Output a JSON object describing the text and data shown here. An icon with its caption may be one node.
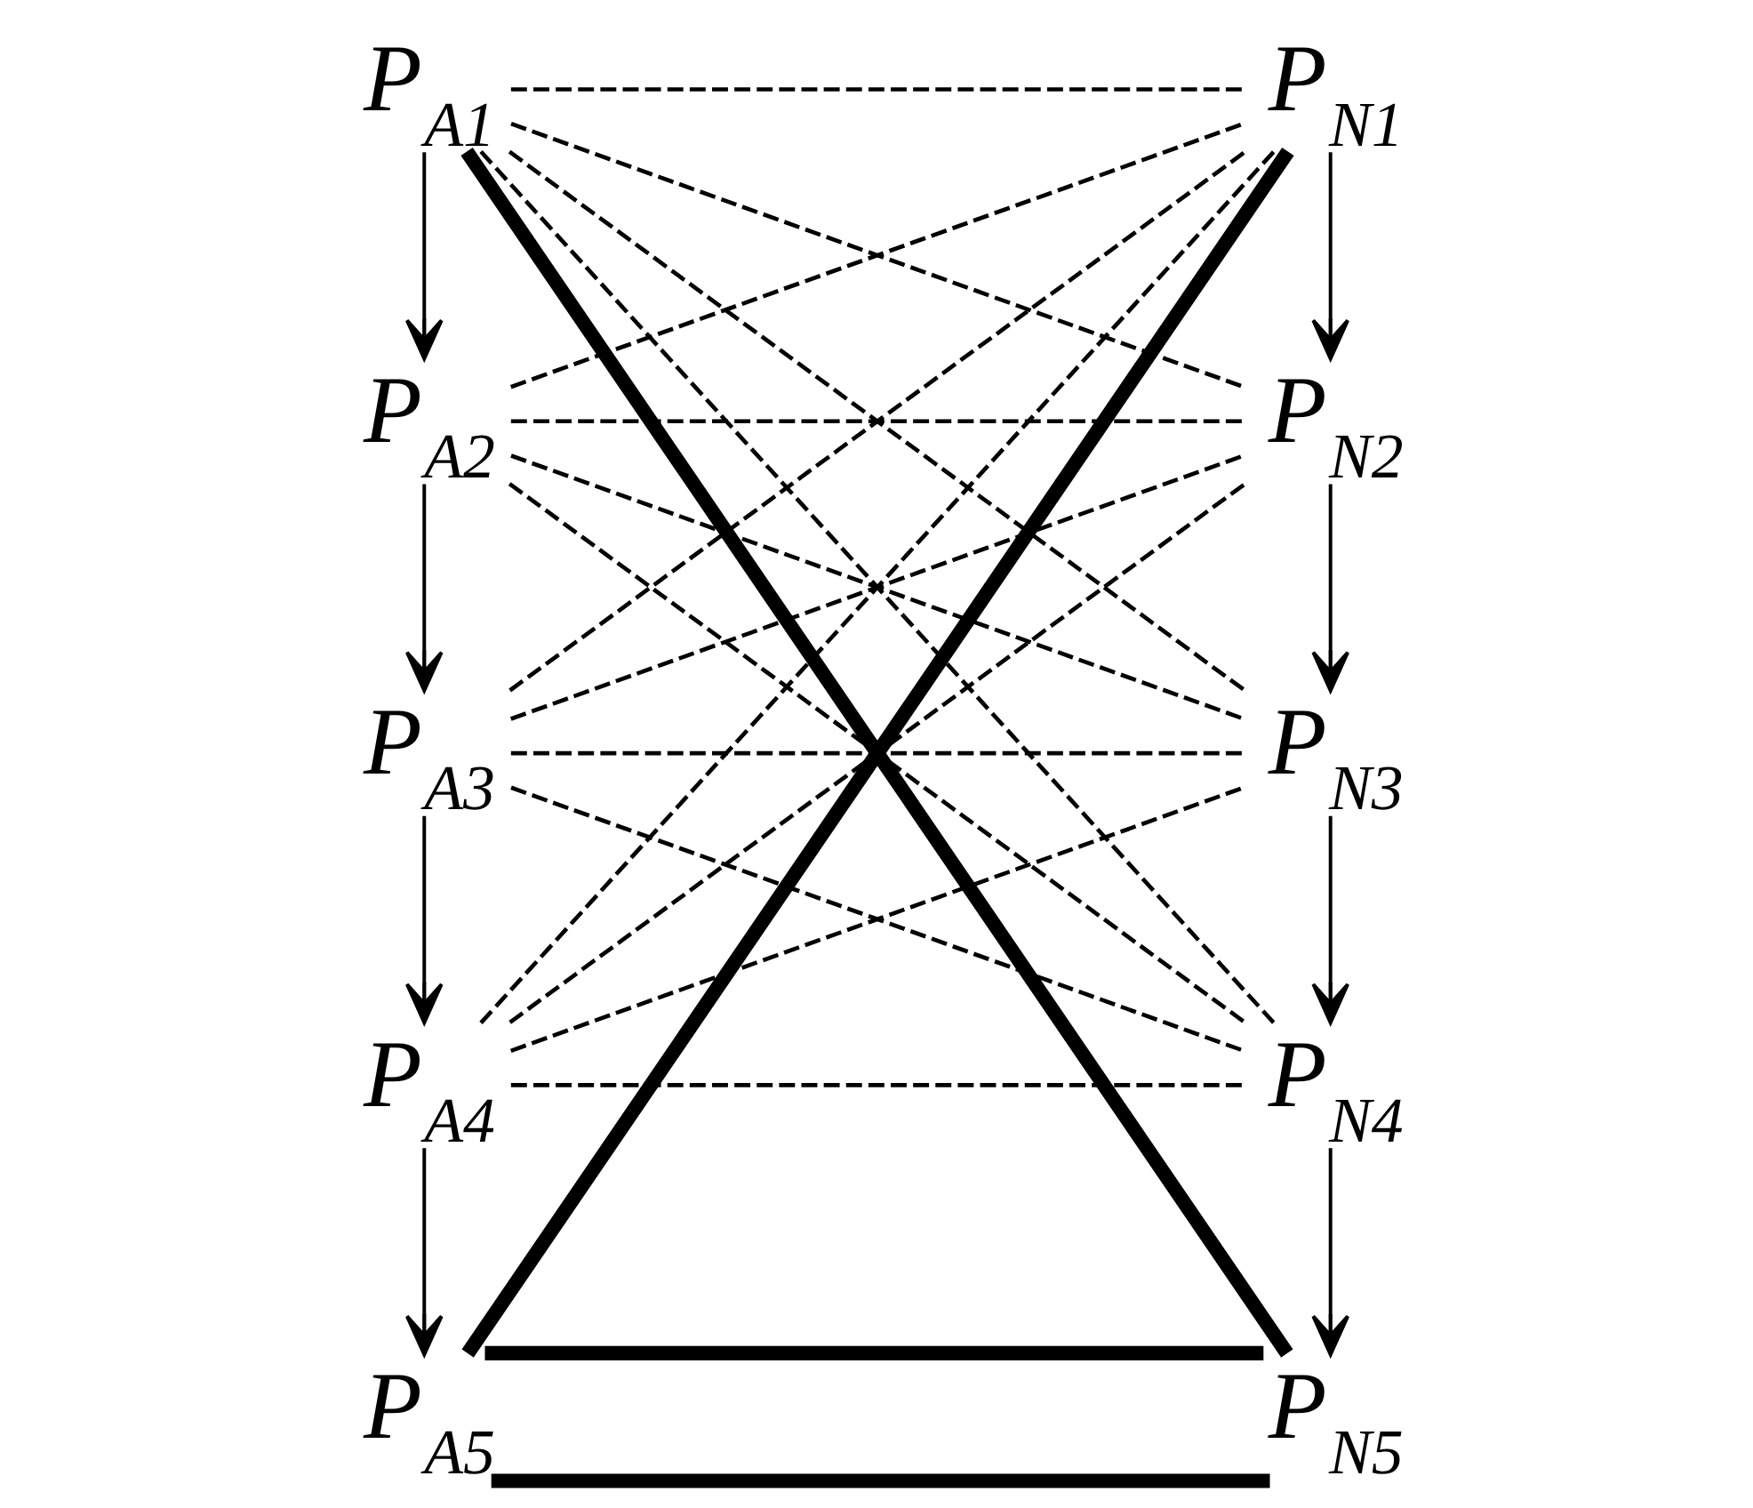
{
  "diagram": {
    "nodes": [
      {
        "text": [
          "P$_{A1}$"
        ]
      },
      {
        "text": [
          "P$_{N1}$"
        ]
      },
      {
        "text": [
          "P$_{A2}$"
        ]
      },
      {
        "text": [
          "P$_{N2}$"
        ]
      },
      {
        "text": [
          "P$_{A3}$"
        ]
      },
      {
        "text": [
          "P$_{N3}$"
        ]
      },
      {
        "text": [
          "P$_{A4}$"
        ]
      },
      {
        "text": [
          "P$_{N4}$"
        ]
      },
      {
        "text": [
          "P$_{A5}$"
        ]
      },
      {
        "text": [
          "P$_{N5}$"
        ]
      }
    ],
    "edges": [
      {
        "from": 0,
        "to": 2,
        "arrow": "to"
      },
      {
        "from": 2,
        "to": 4,
        "arrow": "to"
      },
      {
        "from": 4,
        "to": 6,
        "arrow": "to"
      },
      {
        "from": 6,
        "to": 8,
        "arrow": "to"
      },
      {
        "from": 1,
        "to": 3,
        "arrow": "to"
      },
      {
        "from": 3,
        "to": 5,
        "arrow": "to"
      },
      {
        "from": 5,
        "to": 7,
        "arrow": "to"
      },
      {
        "from": 7,
        "to": 9,
        "arrow": "to"
      },
      {
        "from": 0,
        "to": 1,
        "arrow": "none",
        "style": "dashed"
      },
      {
        "from": 0,
        "to": 3,
        "arrow": "none",
        "style": "dashed"
      },
      {
        "from": 0,
        "to": 5,
        "arrow": "none",
        "style": "dashed"
      },
      {
        "from": 0,
        "to": 7,
        "arrow": "none",
        "style": "dashed"
      },
      {
        "from": 2,
        "to": 1,
        "arrow": "none",
        "style": "dashed"
      },
      {
        "from": 2,
        "to": 3,
        "arrow": "none",
        "style": "dashed"
      },
      {
        "from": 2,
        "to": 5,
        "arrow": "none",
        "style": "dashed"
      },
      {
        "from": 2,
        "to": 7,
        "arrow": "none",
        "style": "dashed"
      },
      {
        "from": 4,
        "to": 1,
        "arrow": "none",
        "style": "dashed"
      },
      {
        "from": 4,
        "to": 3,
        "arrow": "none",
        "style": "dashed"
      },
      {
        "from": 4,
        "to": 5,
        "arrow": "none",
        "style": "dashed"
      },
      {
        "from": 4,
        "to": 7,
        "arrow": "none",
        "style": "dashed"
      },
      {
        "from": 6,
        "to": 1,
        "arrow": "none",
        "style": "dashed"
      },
      {
        "from": 6,
        "to": 3,
        "arrow": "none",
        "style": "dashed"
      },
      {
        "from": 6,
        "to": 5,
        "arrow": "none",
        "style": "dashed"
      },
      {
        "from": 6,
        "to": 7,
        "arrow": "none",
        "style": "dashed"
      },
      {
        "from": 0,
        "to": 9,
        "arrow": "none",
        "style": "thick"
      },
      {
        "from": 1,
        "to": 8,
        "arrow": "none",
        "style": "thick"
      },
      {
        "from": 8,
        "to": 9,
        "arrow": "none",
        "style": "thick"
      },
      {
        "from": 8,
        "to": 9,
        "arrow": "none",
        "style": "thick"
      }
    ]
  }
}
